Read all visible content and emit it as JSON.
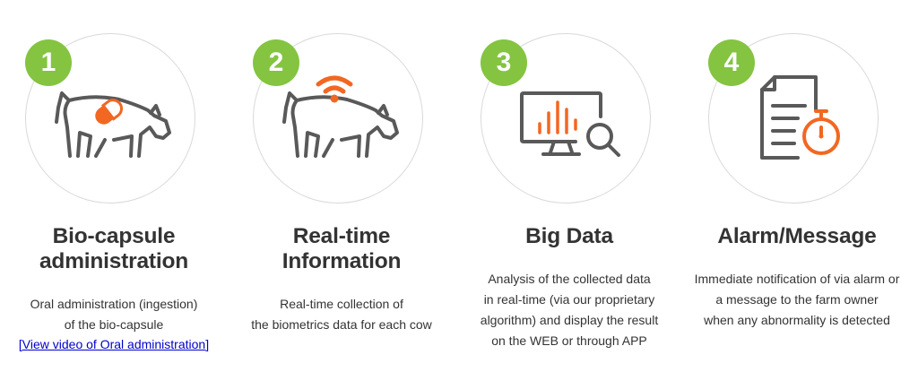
{
  "colors": {
    "accent_orange": "#f26722",
    "badge_green": "#84c441",
    "icon_gray": "#595959"
  },
  "steps": [
    {
      "number": "1",
      "icon": "cow-capsule-icon",
      "title": [
        "Bio-capsule",
        "administration"
      ],
      "description": [
        "Oral administration (ingestion)",
        "of the bio-capsule"
      ],
      "link": "[View video of Oral administration]"
    },
    {
      "number": "2",
      "icon": "cow-wireless-icon",
      "title": [
        "Real-time",
        "Information"
      ],
      "description": [
        "Real-time collection of",
        "the biometrics data for each cow"
      ]
    },
    {
      "number": "3",
      "icon": "monitor-chart-search-icon",
      "title": [
        "Big Data"
      ],
      "description": [
        "Analysis of the collected data",
        "in real-time (via our proprietary",
        "algorithm) and display the result",
        "on the WEB or through APP"
      ]
    },
    {
      "number": "4",
      "icon": "document-timer-icon",
      "title": [
        "Alarm/Message"
      ],
      "description": [
        "Immediate notification of via alarm or",
        "a message to the farm owner",
        "when any abnormality is detected"
      ]
    }
  ]
}
